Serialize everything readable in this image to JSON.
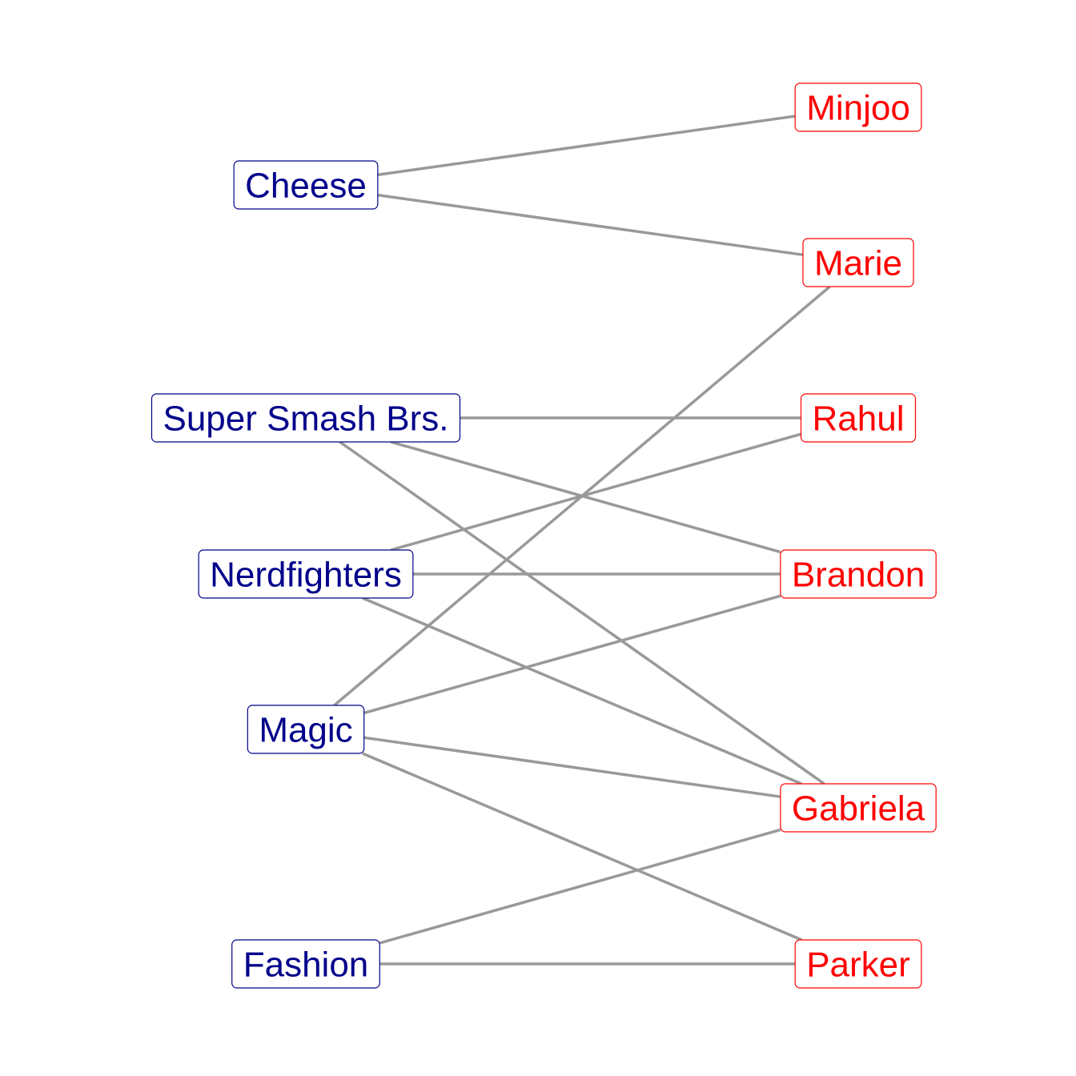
{
  "colors": {
    "interest": "#00008B",
    "person": "#FF0000",
    "edge": "#999999",
    "background": "#FFFFFF"
  },
  "interests": [
    {
      "id": "cheese",
      "label": "Cheese"
    },
    {
      "id": "smash",
      "label": "Super Smash Brs."
    },
    {
      "id": "nerdfighters",
      "label": "Nerdfighters"
    },
    {
      "id": "magic",
      "label": "Magic"
    },
    {
      "id": "fashion",
      "label": "Fashion"
    }
  ],
  "people": [
    {
      "id": "minjoo",
      "label": "Minjoo"
    },
    {
      "id": "marie",
      "label": "Marie"
    },
    {
      "id": "rahul",
      "label": "Rahul"
    },
    {
      "id": "brandon",
      "label": "Brandon"
    },
    {
      "id": "gabriela",
      "label": "Gabriela"
    },
    {
      "id": "parker",
      "label": "Parker"
    }
  ],
  "edges": [
    [
      "cheese",
      "minjoo"
    ],
    [
      "cheese",
      "marie"
    ],
    [
      "smash",
      "rahul"
    ],
    [
      "smash",
      "brandon"
    ],
    [
      "smash",
      "gabriela"
    ],
    [
      "nerdfighters",
      "rahul"
    ],
    [
      "nerdfighters",
      "brandon"
    ],
    [
      "nerdfighters",
      "gabriela"
    ],
    [
      "magic",
      "marie"
    ],
    [
      "magic",
      "brandon"
    ],
    [
      "magic",
      "gabriela"
    ],
    [
      "magic",
      "parker"
    ],
    [
      "fashion",
      "gabriela"
    ],
    [
      "fashion",
      "parker"
    ]
  ]
}
